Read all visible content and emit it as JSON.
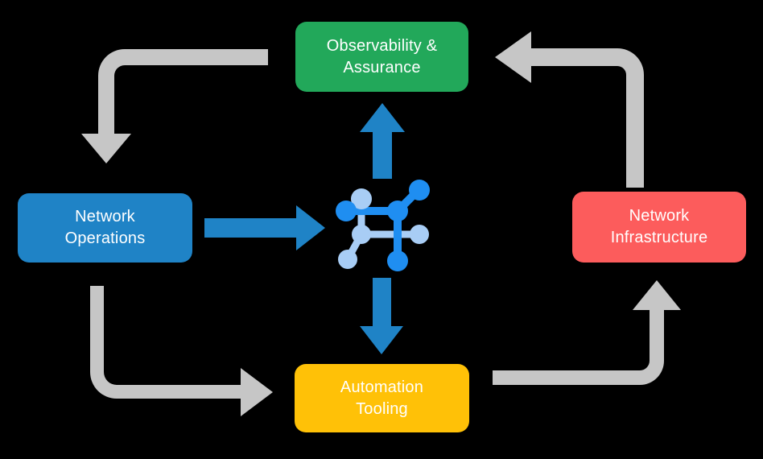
{
  "diagram": {
    "title": "Network automation lifecycle cycle diagram",
    "background_color": "#000000",
    "center_icon": {
      "name": "network-topology-icon",
      "primary_color": "#1f8ef1",
      "secondary_color": "#a8cdf5"
    },
    "nodes": [
      {
        "id": "observability",
        "label": "Observability &\nAssurance",
        "line1": "Observability &",
        "line2": "Assurance",
        "color": "#22a85a",
        "position": "top"
      },
      {
        "id": "network-operations",
        "label": "Network\nOperations",
        "line1": "Network",
        "line2": "Operations",
        "color": "#1f83c6",
        "position": "left"
      },
      {
        "id": "network-infrastructure",
        "label": "Network\nInfrastructure",
        "line1": "Network",
        "line2": "Infrastructure",
        "color": "#fc5c5c",
        "position": "right"
      },
      {
        "id": "automation-tooling",
        "label": "Automation\nTooling",
        "line1": "Automation",
        "line2": "Tooling",
        "color": "#ffc107",
        "position": "bottom"
      }
    ],
    "arrows": [
      {
        "id": "center-to-observability",
        "name": "blue-arrow-up",
        "color": "#1f83c6",
        "direction": "up",
        "from": "center-icon",
        "to": "observability"
      },
      {
        "id": "network-operations-to-center",
        "name": "blue-arrow-right",
        "color": "#1f83c6",
        "direction": "right",
        "from": "network-operations",
        "to": "center-icon"
      },
      {
        "id": "center-to-automation-tooling",
        "name": "blue-arrow-down",
        "color": "#1f83c6",
        "direction": "down",
        "from": "center-icon",
        "to": "automation-tooling"
      },
      {
        "id": "observability-to-network-operations",
        "name": "gray-elbow-arrow-top-left",
        "color": "#c6c6c6",
        "direction": "down",
        "from": "observability",
        "to": "network-operations"
      },
      {
        "id": "network-infrastructure-to-observability",
        "name": "gray-elbow-arrow-top-right",
        "color": "#c6c6c6",
        "direction": "left",
        "from": "network-infrastructure",
        "to": "observability"
      },
      {
        "id": "network-operations-to-automation-tooling",
        "name": "gray-elbow-arrow-bottom-left",
        "color": "#c6c6c6",
        "direction": "right",
        "from": "network-operations",
        "to": "automation-tooling"
      },
      {
        "id": "automation-tooling-to-network-infrastructure",
        "name": "gray-elbow-arrow-bottom-right",
        "color": "#c6c6c6",
        "direction": "up",
        "from": "automation-tooling",
        "to": "network-infrastructure"
      }
    ]
  }
}
